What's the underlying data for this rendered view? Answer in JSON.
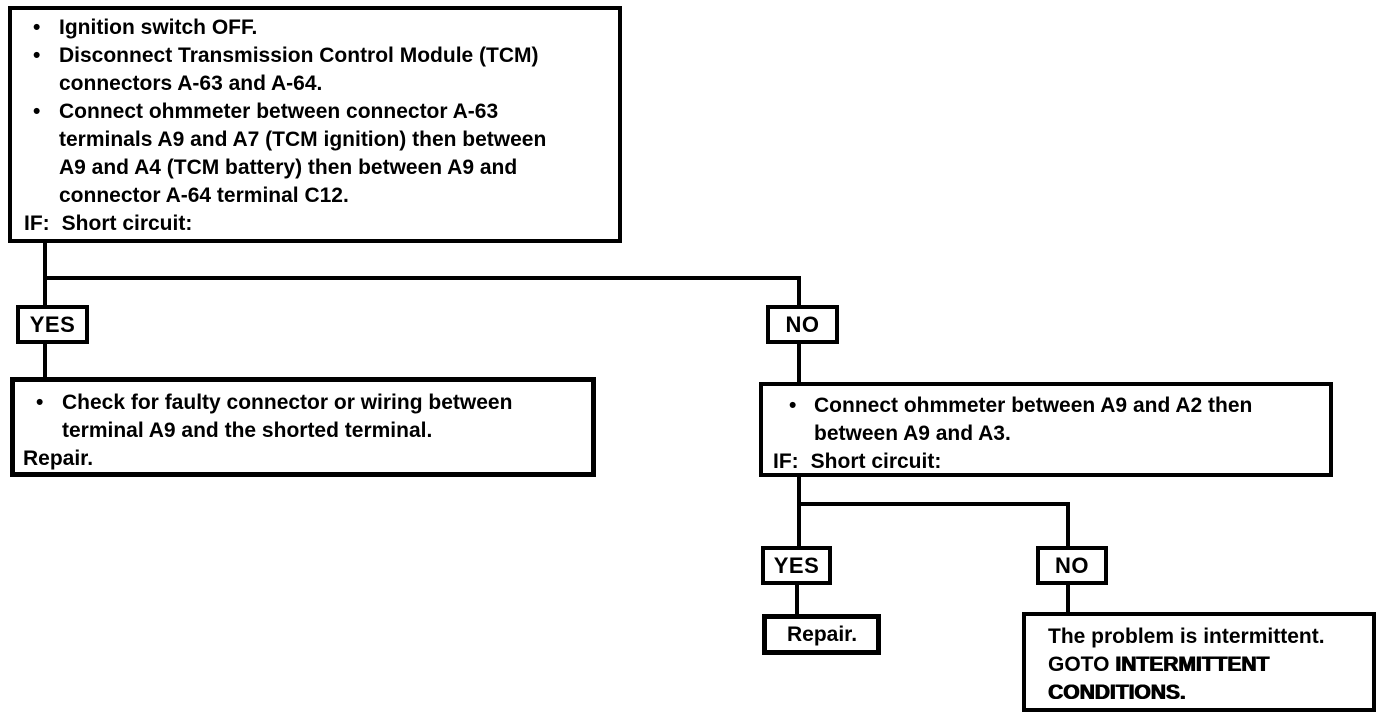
{
  "flowchart": {
    "bullet_glyph": "•",
    "start_box": {
      "bullets": [
        "Ignition switch OFF.",
        "Disconnect Transmission Control Module (TCM)\nconnectors A-63 and A-64.",
        "Connect ohmmeter between connector A-63\nterminals A9 and A7 (TCM ignition) then between\nA9 and A4 (TCM battery) then between A9 and\nconnector A-64 terminal C12."
      ],
      "condition_prefix": "IF:",
      "condition_text": "Short circuit:"
    },
    "branch1": {
      "yes_label": "YES",
      "no_label": "NO"
    },
    "yes_result_box": {
      "bullet": "Check for faulty connector or wiring between\nterminal A9 and the shorted terminal.",
      "action_text": "Repair."
    },
    "no_step_box": {
      "bullet": "Connect ohmmeter between A9 and A2 then\nbetween A9 and A3.",
      "condition_prefix": "IF:",
      "condition_text": "Short circuit:"
    },
    "branch2": {
      "yes_label": "YES",
      "no_label": "NO"
    },
    "repair_box": {
      "text": "Repair."
    },
    "intermittent_box": {
      "line1": "The problem is intermittent.",
      "goto_prefix": "GOTO ",
      "goto_target": "INTERMITTENT\nCONDITIONS."
    }
  },
  "colors": {
    "ink": "#000000",
    "paper": "#ffffff"
  }
}
